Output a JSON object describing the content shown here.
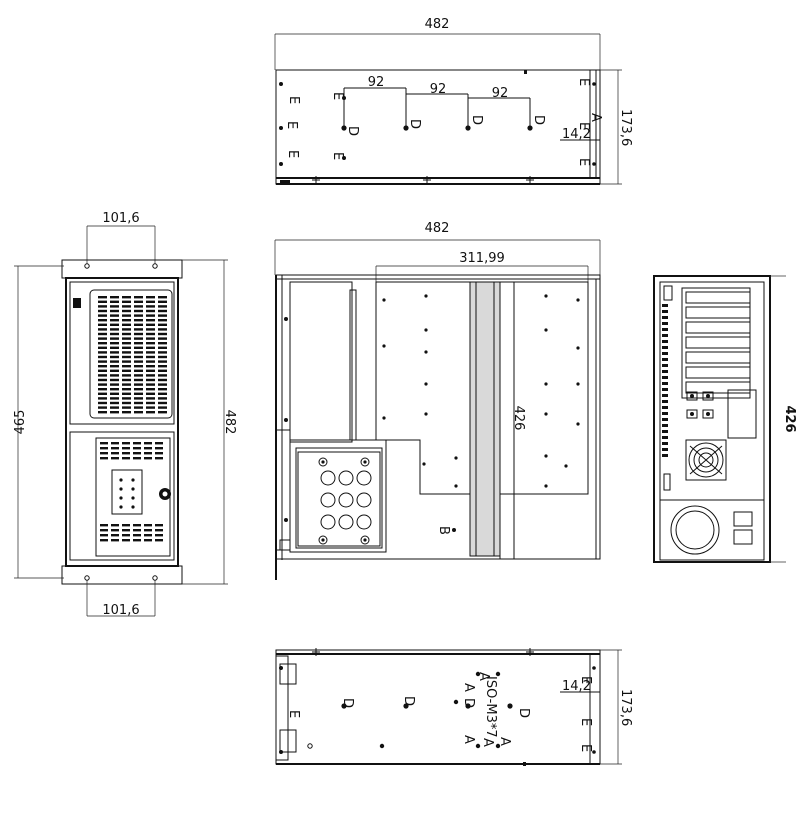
{
  "top_view": {
    "width": "482",
    "height": "173,6",
    "offset": "14,2",
    "pitch_1": "92",
    "pitch_2": "92",
    "pitch_3": "92",
    "hole_d": "D",
    "hole_e": "E",
    "hole_a": "A"
  },
  "front_view": {
    "top_spacing": "101,6",
    "bottom_spacing": "101,6",
    "left_height": "465",
    "right_height": "482"
  },
  "side_view": {
    "width": "482",
    "inner_width": "311,99",
    "depth": "426",
    "hole_b": "B"
  },
  "rear_view": {
    "height": "426"
  },
  "bottom_view": {
    "height": "173,6",
    "offset": "14,2",
    "screw_note": "ISO-M3*7",
    "hole_a": "A",
    "hole_d": "D",
    "hole_e": "E"
  }
}
